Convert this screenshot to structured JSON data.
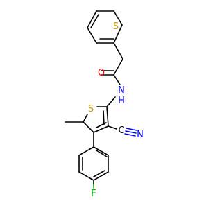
{
  "molecule": {
    "atoms": {
      "S_top": "S",
      "O": "O",
      "N_amide": "N",
      "H_amide": "H",
      "S_ring": "S",
      "N_nitrile": "N",
      "C_nitrile": "C",
      "F": "F"
    },
    "colors": {
      "S": "#c8a000",
      "O": "#ff0000",
      "N": "#0000ff",
      "C": "#000000",
      "F": "#00c000",
      "bond": "#000000"
    }
  }
}
